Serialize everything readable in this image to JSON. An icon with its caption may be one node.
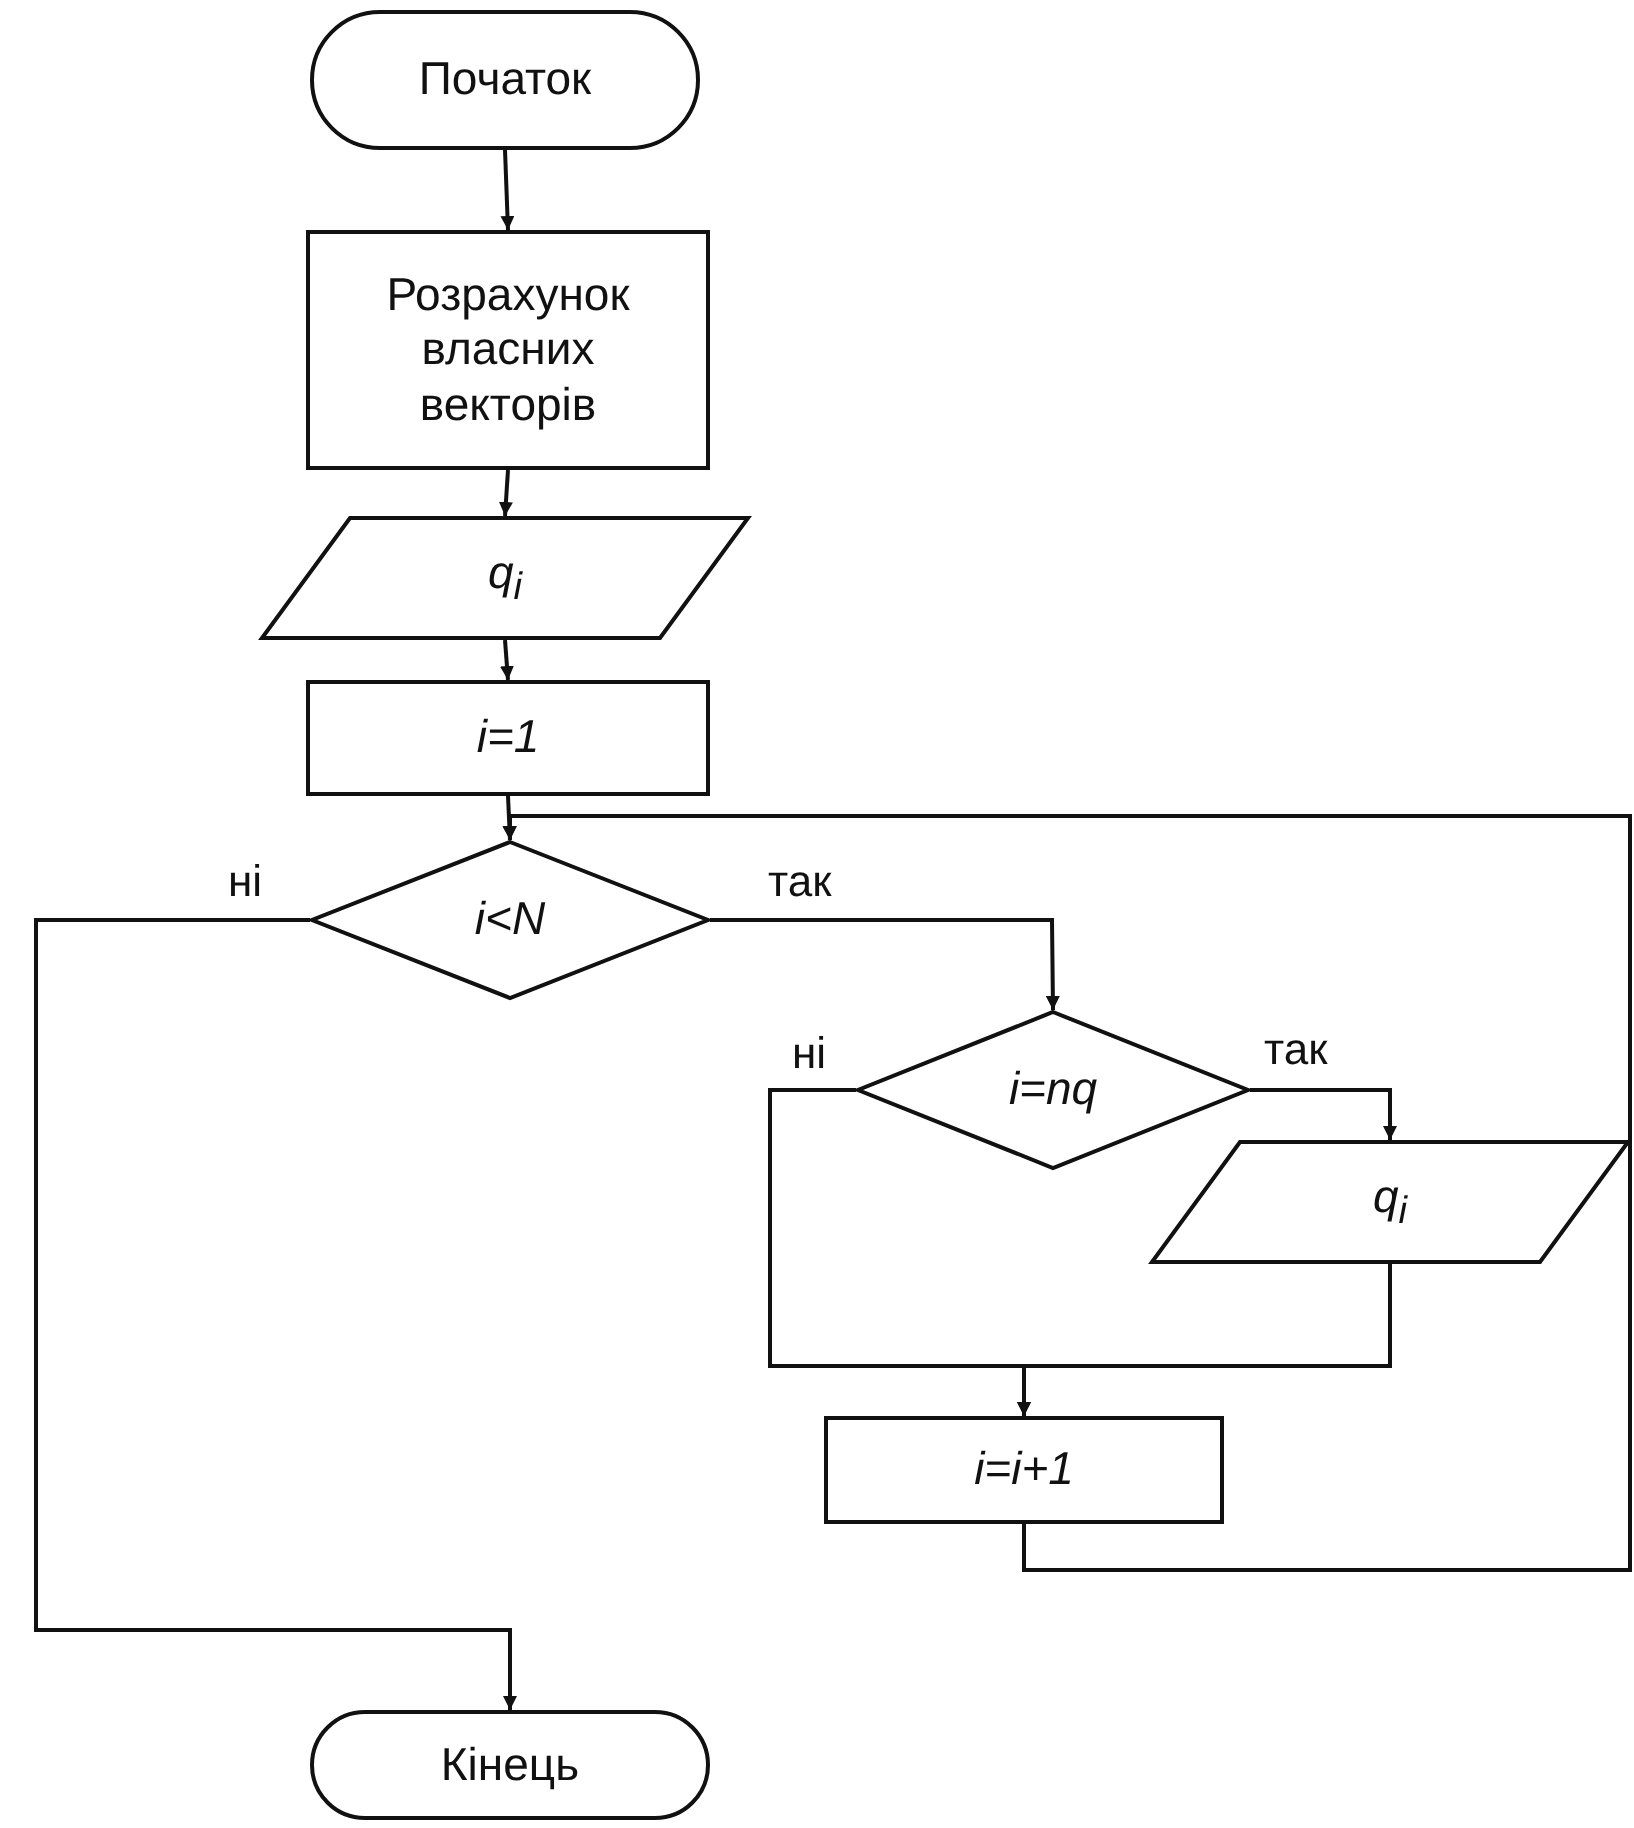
{
  "diagram": {
    "nodes": [
      {
        "text": [
          "Початок"
        ]
      },
      {
        "text": [
          "Розрахунок власних векторів"
        ]
      },
      {
        "text": [
          "q$_{i}$"
        ]
      },
      {
        "text": [
          "i=1"
        ]
      },
      {
        "text": [
          "i<N"
        ]
      },
      {
        "text": [
          "i=nq"
        ]
      },
      {
        "text": [
          "q$_{i}$"
        ]
      },
      {
        "text": [
          "i=i+1"
        ]
      },
      {
        "text": [
          "Кінець"
        ]
      }
    ],
    "edges": [
      {
        "from": 0,
        "to": 1,
        "arrow": "to"
      },
      {
        "from": 1,
        "to": 2,
        "arrow": "to"
      },
      {
        "from": 2,
        "to": 3,
        "arrow": "to"
      },
      {
        "from": 3,
        "to": 4,
        "arrow": "to"
      },
      {
        "from": 4,
        "to": 5,
        "label": "так",
        "arrow": "to"
      },
      {
        "from": 4,
        "to": 8,
        "label": "ні",
        "arrow": "to"
      },
      {
        "from": 5,
        "to": 6,
        "label": "так",
        "arrow": "to"
      },
      {
        "from": 5,
        "to": 7,
        "label": "ні",
        "arrow": "to"
      },
      {
        "from": 6,
        "to": 7,
        "arrow": "to"
      },
      {
        "from": 7,
        "to": 4,
        "arrow": "to"
      }
    ]
  }
}
